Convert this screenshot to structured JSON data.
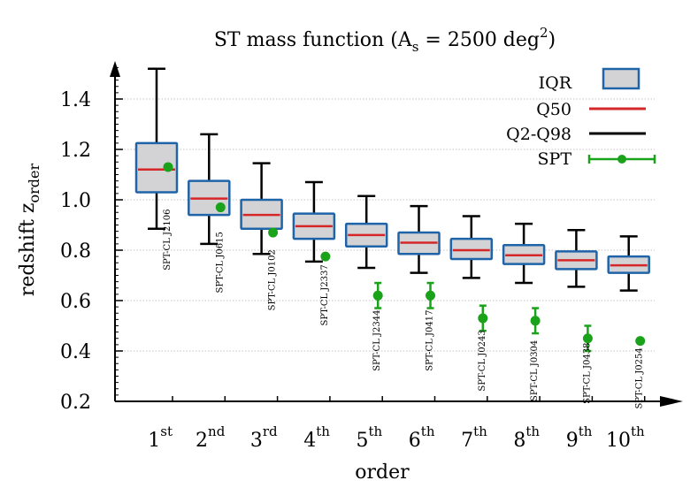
{
  "chart_data": {
    "type": "box",
    "title": {
      "main": "ST mass function (A",
      "sub": "s",
      "mid": " = 2500 deg",
      "sup": "2",
      "end": ")"
    },
    "xlabel": "order",
    "ylabel": {
      "main": "redshift z",
      "sub": "order"
    },
    "ylim": [
      0.2,
      1.55
    ],
    "yticks": [
      "0.2",
      "0.4",
      "0.6",
      "0.8",
      "1.0",
      "1.2",
      "1.4"
    ],
    "grid": "horizontal-dotted",
    "legend_position": "top-right",
    "legend": [
      {
        "key": "iqr",
        "label": "IQR"
      },
      {
        "key": "q50",
        "label": "Q50"
      },
      {
        "key": "range",
        "label": "Q2-Q98"
      },
      {
        "key": "spt",
        "label": "SPT"
      }
    ],
    "colors": {
      "box_fill": "#d3d3d6",
      "box_edge": "#1f64a8",
      "median": "#d62728",
      "whisker": "#000000",
      "spt": "#1aa31a"
    },
    "categories": [
      {
        "num": "1",
        "sup": "st"
      },
      {
        "num": "2",
        "sup": "nd"
      },
      {
        "num": "3",
        "sup": "rd"
      },
      {
        "num": "4",
        "sup": "th"
      },
      {
        "num": "5",
        "sup": "th"
      },
      {
        "num": "6",
        "sup": "th"
      },
      {
        "num": "7",
        "sup": "th"
      },
      {
        "num": "8",
        "sup": "th"
      },
      {
        "num": "9",
        "sup": "th"
      },
      {
        "num": "10",
        "sup": "th"
      }
    ],
    "boxes": [
      {
        "q2": 0.885,
        "q25": 1.03,
        "q50": 1.12,
        "q75": 1.225,
        "q98": 1.52
      },
      {
        "q2": 0.825,
        "q25": 0.94,
        "q50": 1.005,
        "q75": 1.075,
        "q98": 1.26
      },
      {
        "q2": 0.785,
        "q25": 0.885,
        "q50": 0.94,
        "q75": 1.0,
        "q98": 1.145
      },
      {
        "q2": 0.755,
        "q25": 0.845,
        "q50": 0.895,
        "q75": 0.945,
        "q98": 1.07
      },
      {
        "q2": 0.73,
        "q25": 0.815,
        "q50": 0.86,
        "q75": 0.905,
        "q98": 1.015
      },
      {
        "q2": 0.71,
        "q25": 0.785,
        "q50": 0.83,
        "q75": 0.87,
        "q98": 0.975
      },
      {
        "q2": 0.69,
        "q25": 0.765,
        "q50": 0.8,
        "q75": 0.845,
        "q98": 0.935
      },
      {
        "q2": 0.67,
        "q25": 0.745,
        "q50": 0.78,
        "q75": 0.82,
        "q98": 0.905
      },
      {
        "q2": 0.655,
        "q25": 0.725,
        "q50": 0.76,
        "q75": 0.795,
        "q98": 0.88
      },
      {
        "q2": 0.64,
        "q25": 0.71,
        "q50": 0.74,
        "q75": 0.775,
        "q98": 0.855
      }
    ],
    "spt": [
      {
        "name": "SPT-CL J2106",
        "z": 1.13,
        "err": 0
      },
      {
        "name": "SPT-CL J0615",
        "z": 0.97,
        "err": 0
      },
      {
        "name": "SPT-CL J0102",
        "z": 0.87,
        "err": 0
      },
      {
        "name": "SPT-CL J2337",
        "z": 0.775,
        "err": 0
      },
      {
        "name": "SPT-CL J2344",
        "z": 0.62,
        "err": 0.05
      },
      {
        "name": "SPT-CL J0417",
        "z": 0.62,
        "err": 0.05
      },
      {
        "name": "SPT-CL J0243",
        "z": 0.53,
        "err": 0.05
      },
      {
        "name": "SPT-CL J0304",
        "z": 0.52,
        "err": 0.05
      },
      {
        "name": "SPT-CL J0438",
        "z": 0.45,
        "err": 0.05
      },
      {
        "name": "SPT-CL J0254",
        "z": 0.44,
        "err": 0
      }
    ],
    "label_y": [
      0.72,
      0.63,
      0.56,
      0.5,
      0.32,
      0.32,
      0.24,
      0.2,
      0.19,
      0.17
    ]
  }
}
